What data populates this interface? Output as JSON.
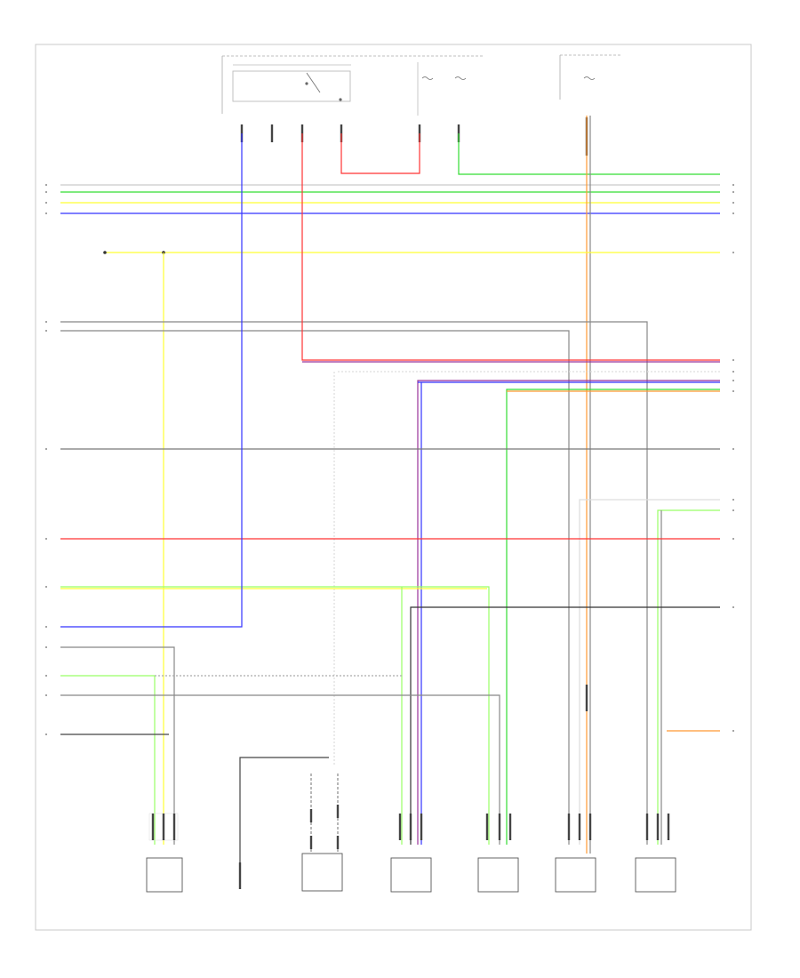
{
  "colors": {
    "black": "#111111",
    "gray": "#888888",
    "white": "#c9c9c9",
    "yellow": "#ffff33",
    "green": "#33dd33",
    "light_green": "#99ff66",
    "blue": "#3333ff",
    "red": "#ff3333",
    "pink": "#ff9999",
    "orange": "#ff9933",
    "purple": "#993399"
  },
  "diagram_id": "",
  "wire_labels": {
    "blk_wht": "",
    "yel": "",
    "red": "",
    "grn_yel": "",
    "blu_wht": "",
    "gray": "",
    "wht": ""
  },
  "components": [
    {
      "id": "inertia_switch",
      "label": ""
    },
    {
      "id": "ecm_relay",
      "label": ""
    },
    {
      "id": "fuel_pump_relay",
      "label": ""
    },
    {
      "id": "fuel_injector_sensor",
      "label": ""
    },
    {
      "id": "throttle_position_sensor",
      "label": ""
    },
    {
      "id": "idle_air_control",
      "label": ""
    },
    {
      "id": "crankshaft_sensor",
      "label": ""
    },
    {
      "id": "camshaft_sensor",
      "label": ""
    },
    {
      "id": "fuel_tank_pressure_sensor",
      "label": ""
    },
    {
      "id": "ho2s_front",
      "label": ""
    },
    {
      "id": "ho2s_rear",
      "label": ""
    }
  ]
}
